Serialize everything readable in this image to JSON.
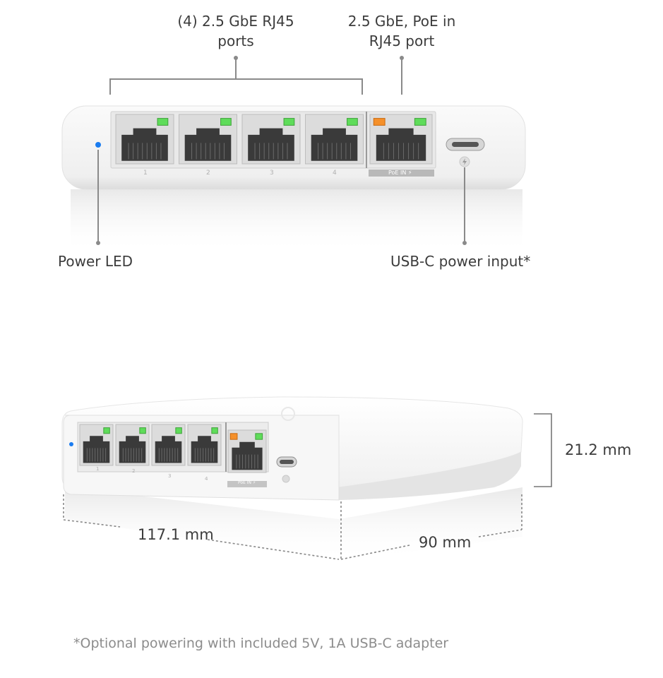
{
  "callouts": {
    "rj45_ports": "(4) 2.5 GbE RJ45\nports",
    "poe_port": "2.5 GbE, PoE in\nRJ45 port",
    "power_led": "Power LED",
    "usbc_input": "USB-C power input*"
  },
  "device": {
    "port_numbers": [
      "1",
      "2",
      "3",
      "4"
    ],
    "poe_label": "PoE IN ⚡",
    "led_color_link": "#5fdc5a",
    "led_color_poe": "#f5902a",
    "led_color_power": "#1a7cf0",
    "body_color": "#f4f4f4"
  },
  "dimensions": {
    "height": "21.2 mm",
    "width": "117.1 mm",
    "depth": "90 mm"
  },
  "footnote": "*Optional powering with included 5V, 1A USB-C adapter"
}
